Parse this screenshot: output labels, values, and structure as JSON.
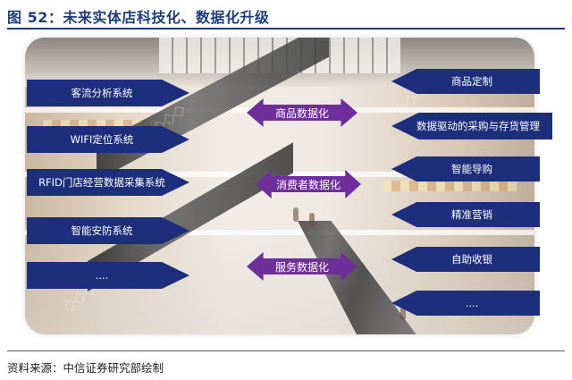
{
  "figure": {
    "title": "图 52：未来实体店科技化、数据化升级",
    "source": "资料来源：中信证券研究部绘制"
  },
  "left_items": [
    "客流分析系统",
    "WIFI定位系统",
    "RFID门店经营数据采集系统",
    "智能安防系统",
    "...."
  ],
  "right_items": [
    "商品定制",
    "数据驱动的采购与存货管理",
    "智能导购",
    "精准营销",
    "自助收银",
    "...."
  ],
  "center_items": [
    "商品数据化",
    "消费者数据化",
    "服务数据化"
  ],
  "colors": {
    "title": "#1f3e7a",
    "arrow_blue": "#1d2e7c",
    "arrow_purple": "#6f2f9a"
  }
}
